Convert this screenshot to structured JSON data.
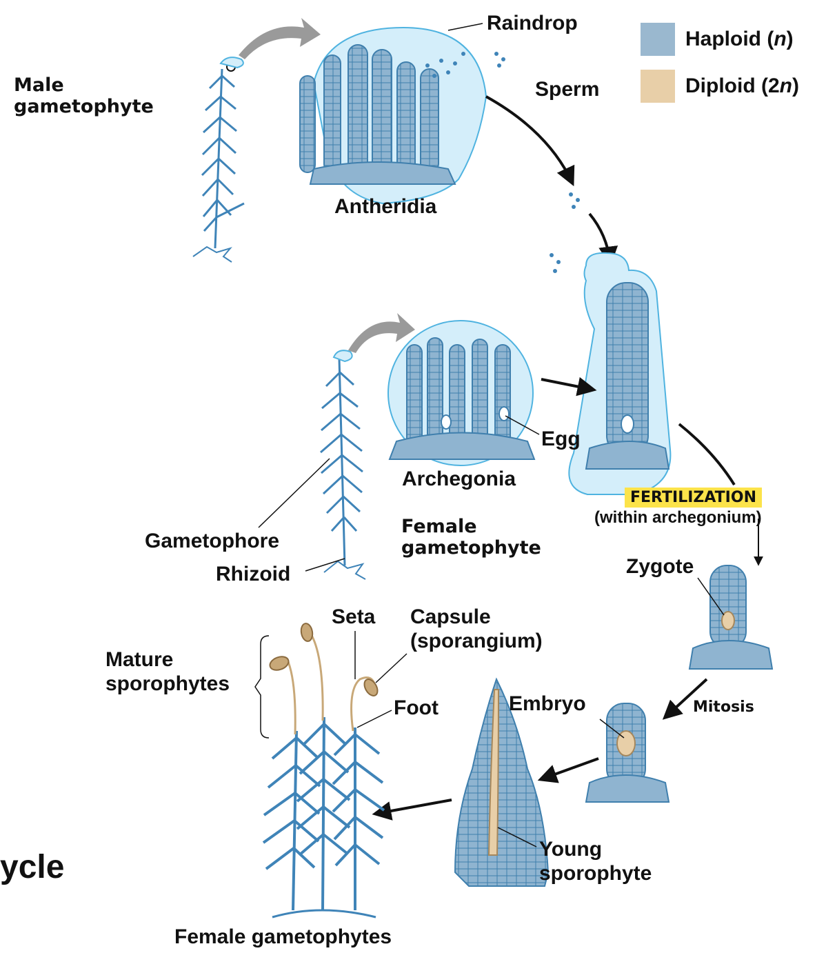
{
  "legend": {
    "haploid_label": "Haploid (",
    "haploid_n": "n",
    "haploid_close": ")",
    "diploid_label": "Diploid (2",
    "diploid_n": "n",
    "diploid_close": ")",
    "haploid_color": "#9ab8cf",
    "diploid_color": "#e8cfa8"
  },
  "labels": {
    "male_gametophyte_1": "Male",
    "male_gametophyte_2": "gametophyte",
    "raindrop": "Raindrop",
    "sperm": "Sperm",
    "antheridia": "Antheridia",
    "egg": "Egg",
    "archegonia": "Archegonia",
    "female_gametophyte_1": "Female",
    "female_gametophyte_2": "gametophyte",
    "gametophore": "Gametophore",
    "rhizoid": "Rhizoid",
    "fertilization": "FERTILIZATION",
    "within_archegonium": "(within archegonium)",
    "zygote": "Zygote",
    "seta": "Seta",
    "capsule_1": "Capsule",
    "capsule_2": "(sporangium)",
    "mature_1": "Mature",
    "mature_2": "sporophytes",
    "foot": "Foot",
    "embryo": "Embryo",
    "mitosis": "Mitosis",
    "young_1": "Young",
    "young_2": "sporophyte",
    "female_gametophytes": "Female gametophytes",
    "cycle": "ycle"
  },
  "colors": {
    "haploid_fill": "#9ab8cf",
    "haploid_stroke": "#3f7fad",
    "plant_blue": "#5b9cc9",
    "water": "#d4eefa",
    "water_stroke": "#4fb3e0",
    "diploid_fill": "#e8cfa8",
    "diploid_stroke": "#a5875c",
    "arrow_gray": "#9a9a9a",
    "highlight": "#fce34a"
  }
}
